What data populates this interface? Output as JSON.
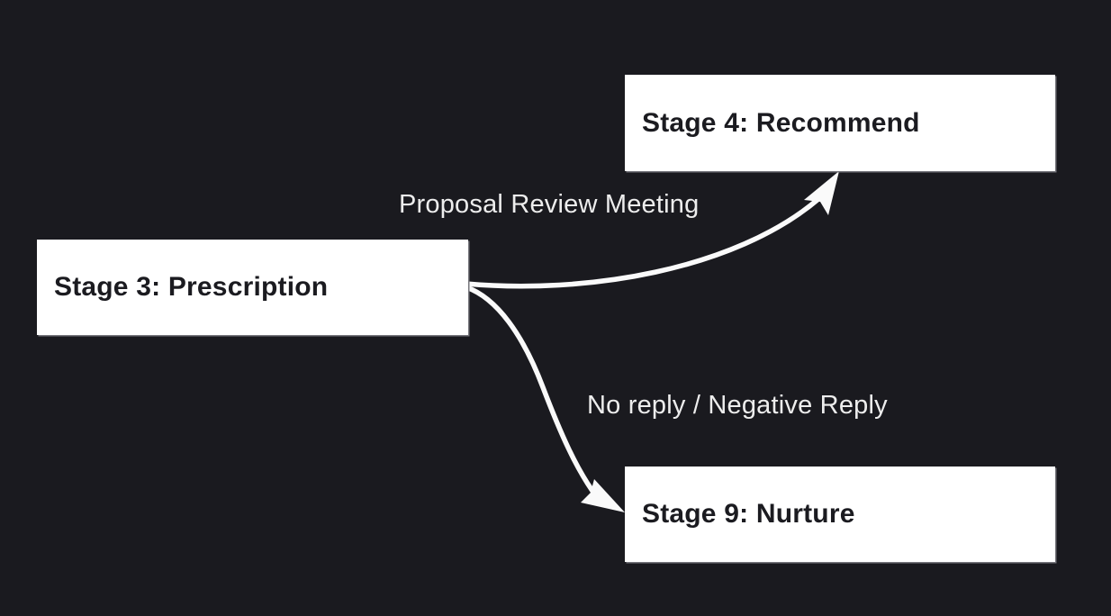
{
  "colors": {
    "background": "#1a1a1f",
    "node_fill": "#ffffff",
    "node_text": "#1b1b20",
    "edge": "#fafafa",
    "label_text": "#ededed",
    "node_shadow": "#76767c"
  },
  "nodes": [
    {
      "id": "stage3",
      "label": "Stage 3: Prescription"
    },
    {
      "id": "stage4",
      "label": "Stage 4: Recommend"
    },
    {
      "id": "stage9",
      "label": "Stage 9: Nurture"
    }
  ],
  "edges": [
    {
      "from": "Stage 3: Prescription",
      "to": "Stage 4: Recommend",
      "label": "Proposal Review Meeting"
    },
    {
      "from": "Stage 3: Prescription",
      "to": "Stage 9: Nurture",
      "label": "No reply / Negative Reply"
    }
  ]
}
